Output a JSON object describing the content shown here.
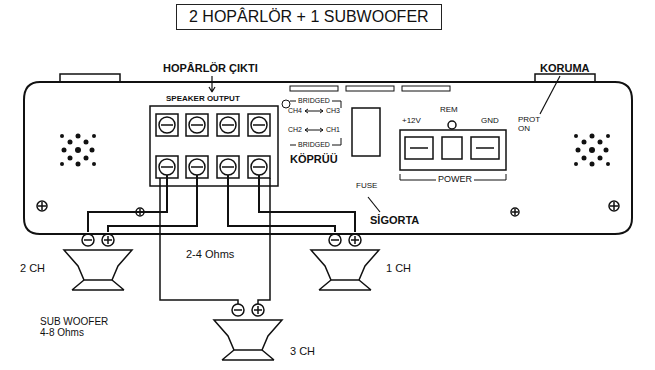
{
  "diagram": {
    "title": "2 HOPÂRLÖR + 1 SUBWOOFER",
    "labels": [
      "HOPÂRLÖR ÇIKTI",
      "KORUMA",
      "SPEAKER OUTPUT",
      "BRIDGED",
      "CH4",
      "CH3",
      "CH2",
      "CH1",
      "BRIDGED",
      "KÖPRÜÜ",
      "+12V",
      "REM",
      "GND",
      "FUSE",
      "POWER",
      "SİGORTA",
      "PROT ON",
      "2 CH",
      "2-4 Ohms",
      "1 CH",
      "SUB WOOFER 4-8 Ohms",
      "3 CH"
    ]
  }
}
